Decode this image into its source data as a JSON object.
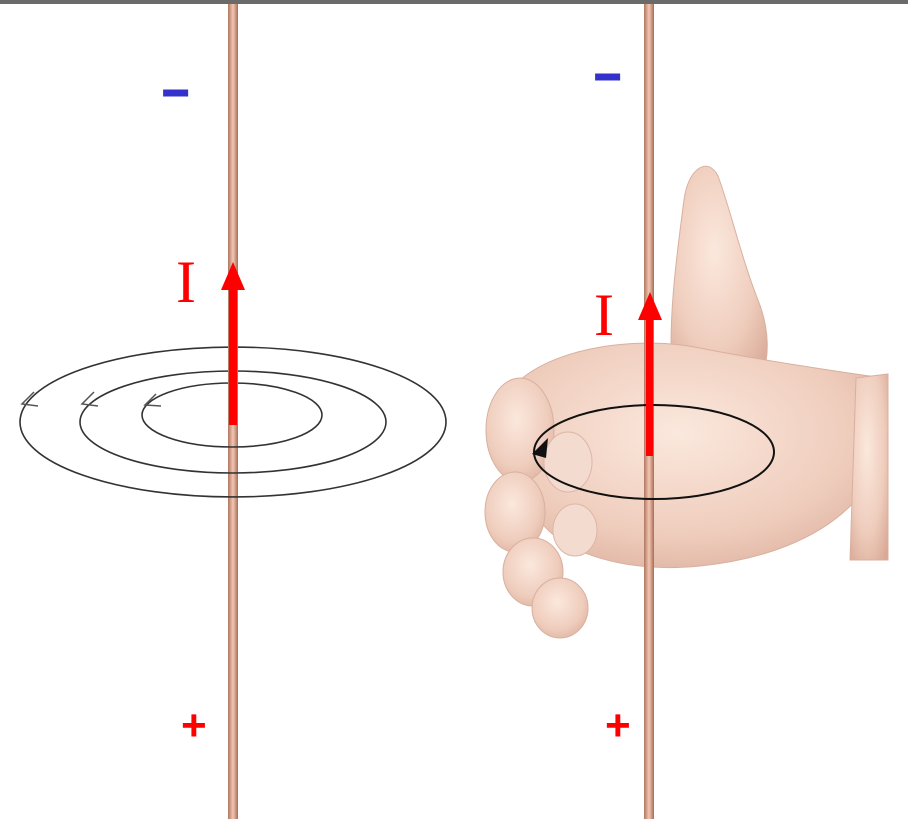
{
  "diagram": {
    "labels": {
      "current_left": "I",
      "current_right": "I",
      "minus_left": "-",
      "minus_right": "-",
      "plus_left": "+",
      "plus_right": "+"
    },
    "colors": {
      "wire": "#d09a82",
      "current_arrow": "#ff0000",
      "field_lines": "#333333",
      "negative_terminal": "#3333cc",
      "positive_terminal": "#ff0000",
      "hand_skin": "#f1d2c4"
    },
    "icons": {
      "right_hand": "thumbs-up-right-hand"
    }
  }
}
